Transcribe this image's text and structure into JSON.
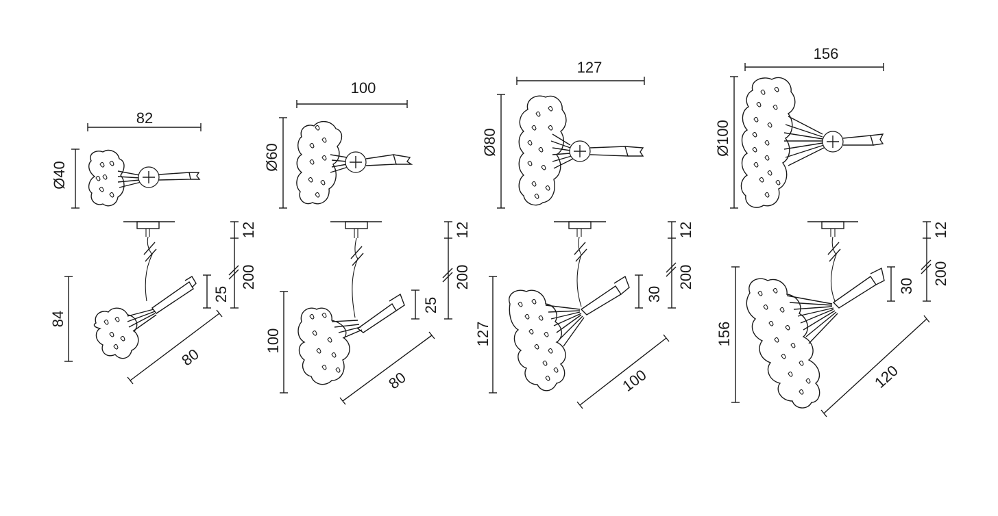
{
  "models": [
    {
      "top_width": "82",
      "top_diameter": "Ø40",
      "ceiling_height": "12",
      "cable_length": "200",
      "body_offset": "25",
      "side_height": "84",
      "diagonal_length": "80"
    },
    {
      "top_width": "100",
      "top_diameter": "Ø60",
      "ceiling_height": "12",
      "cable_length": "200",
      "body_offset": "25",
      "side_height": "100",
      "diagonal_length": "80"
    },
    {
      "top_width": "127",
      "top_diameter": "Ø80",
      "ceiling_height": "12",
      "cable_length": "200",
      "body_offset": "30",
      "side_height": "127",
      "diagonal_length": "100"
    },
    {
      "top_width": "156",
      "top_diameter": "Ø100",
      "ceiling_height": "12",
      "cable_length": "200",
      "body_offset": "30",
      "side_height": "156",
      "diagonal_length": "120"
    }
  ]
}
